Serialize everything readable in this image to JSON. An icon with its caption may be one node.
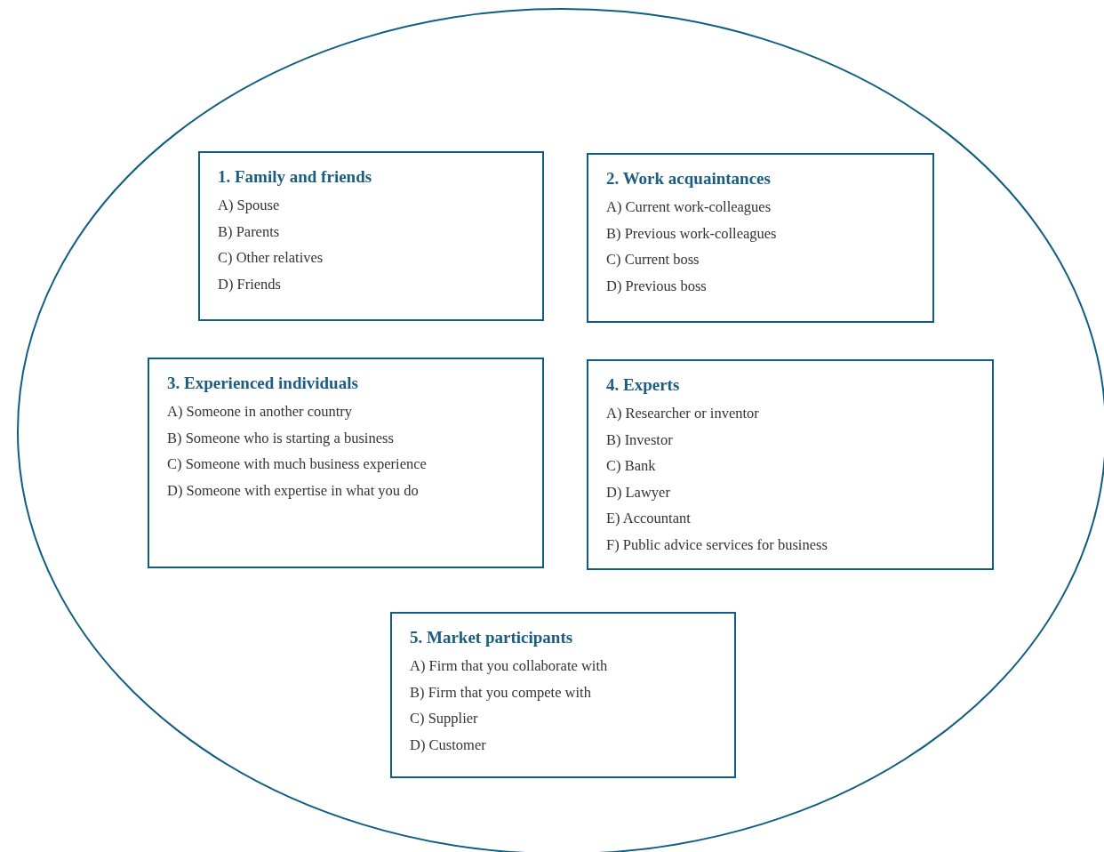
{
  "diagram": {
    "nodes": [
      {
        "text": [],
        "shape": "circle"
      },
      {
        "text": [
          "1. Family and friends",
          "A) Spouse",
          "B) Parents",
          "C) Other relatives",
          "D) Friends"
        ],
        "in": 0
      },
      {
        "text": [
          "2. Work acquaintances",
          "A) Current work-colleagues",
          "B) Previous work-colleagues",
          "C) Current boss",
          "D) Previous boss"
        ],
        "in": 0
      },
      {
        "text": [
          "3. Experienced individuals",
          "A) Someone in another country",
          "B) Someone who is starting a business",
          "C) Someone with much business experience",
          "D) Someone with expertise in what you do"
        ],
        "in": 0
      },
      {
        "text": [
          "4. Experts",
          "A) Researcher or inventor",
          "B) Investor",
          "C) Bank",
          "D) Lawyer",
          "E) Accountant",
          "F) Public advice services for business"
        ],
        "in": 0
      },
      {
        "text": [
          "5. Market participants",
          "A) Firm that you collaborate with",
          "B) Firm that you compete with",
          "C) Supplier",
          "D) Customer"
        ],
        "in": 0
      }
    ]
  }
}
